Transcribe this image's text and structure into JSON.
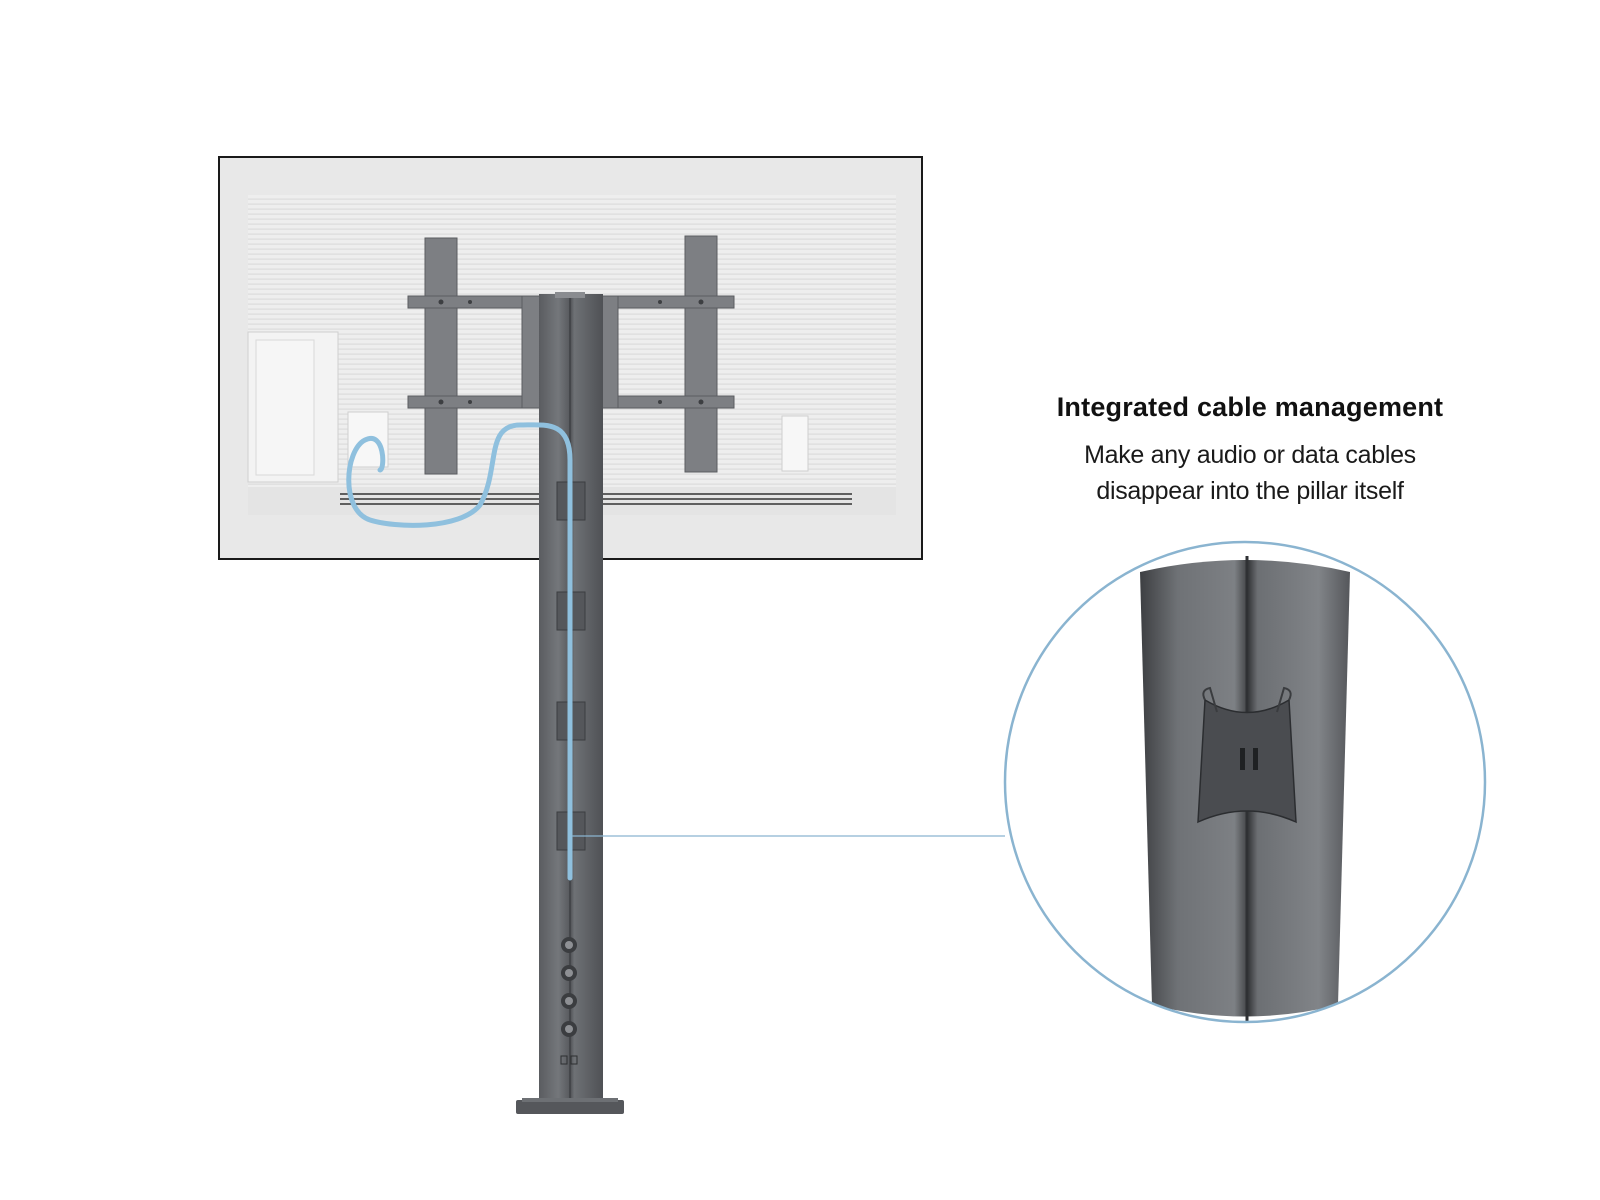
{
  "caption": {
    "title": "Integrated cable management",
    "body_line1": "Make any audio or data cables",
    "body_line2": "disappear into the pillar itself"
  },
  "colors": {
    "cable": "#8fc0de",
    "callout": "#8ab4d0",
    "pillar": "#6a6c70",
    "screen_frame": "#1a1a1a",
    "screen_back": "#e9e9e9"
  },
  "icons": [
    "tv-back-panel",
    "mount-bracket",
    "pillar",
    "cable-clip",
    "power-socket",
    "callout-magnifier"
  ]
}
